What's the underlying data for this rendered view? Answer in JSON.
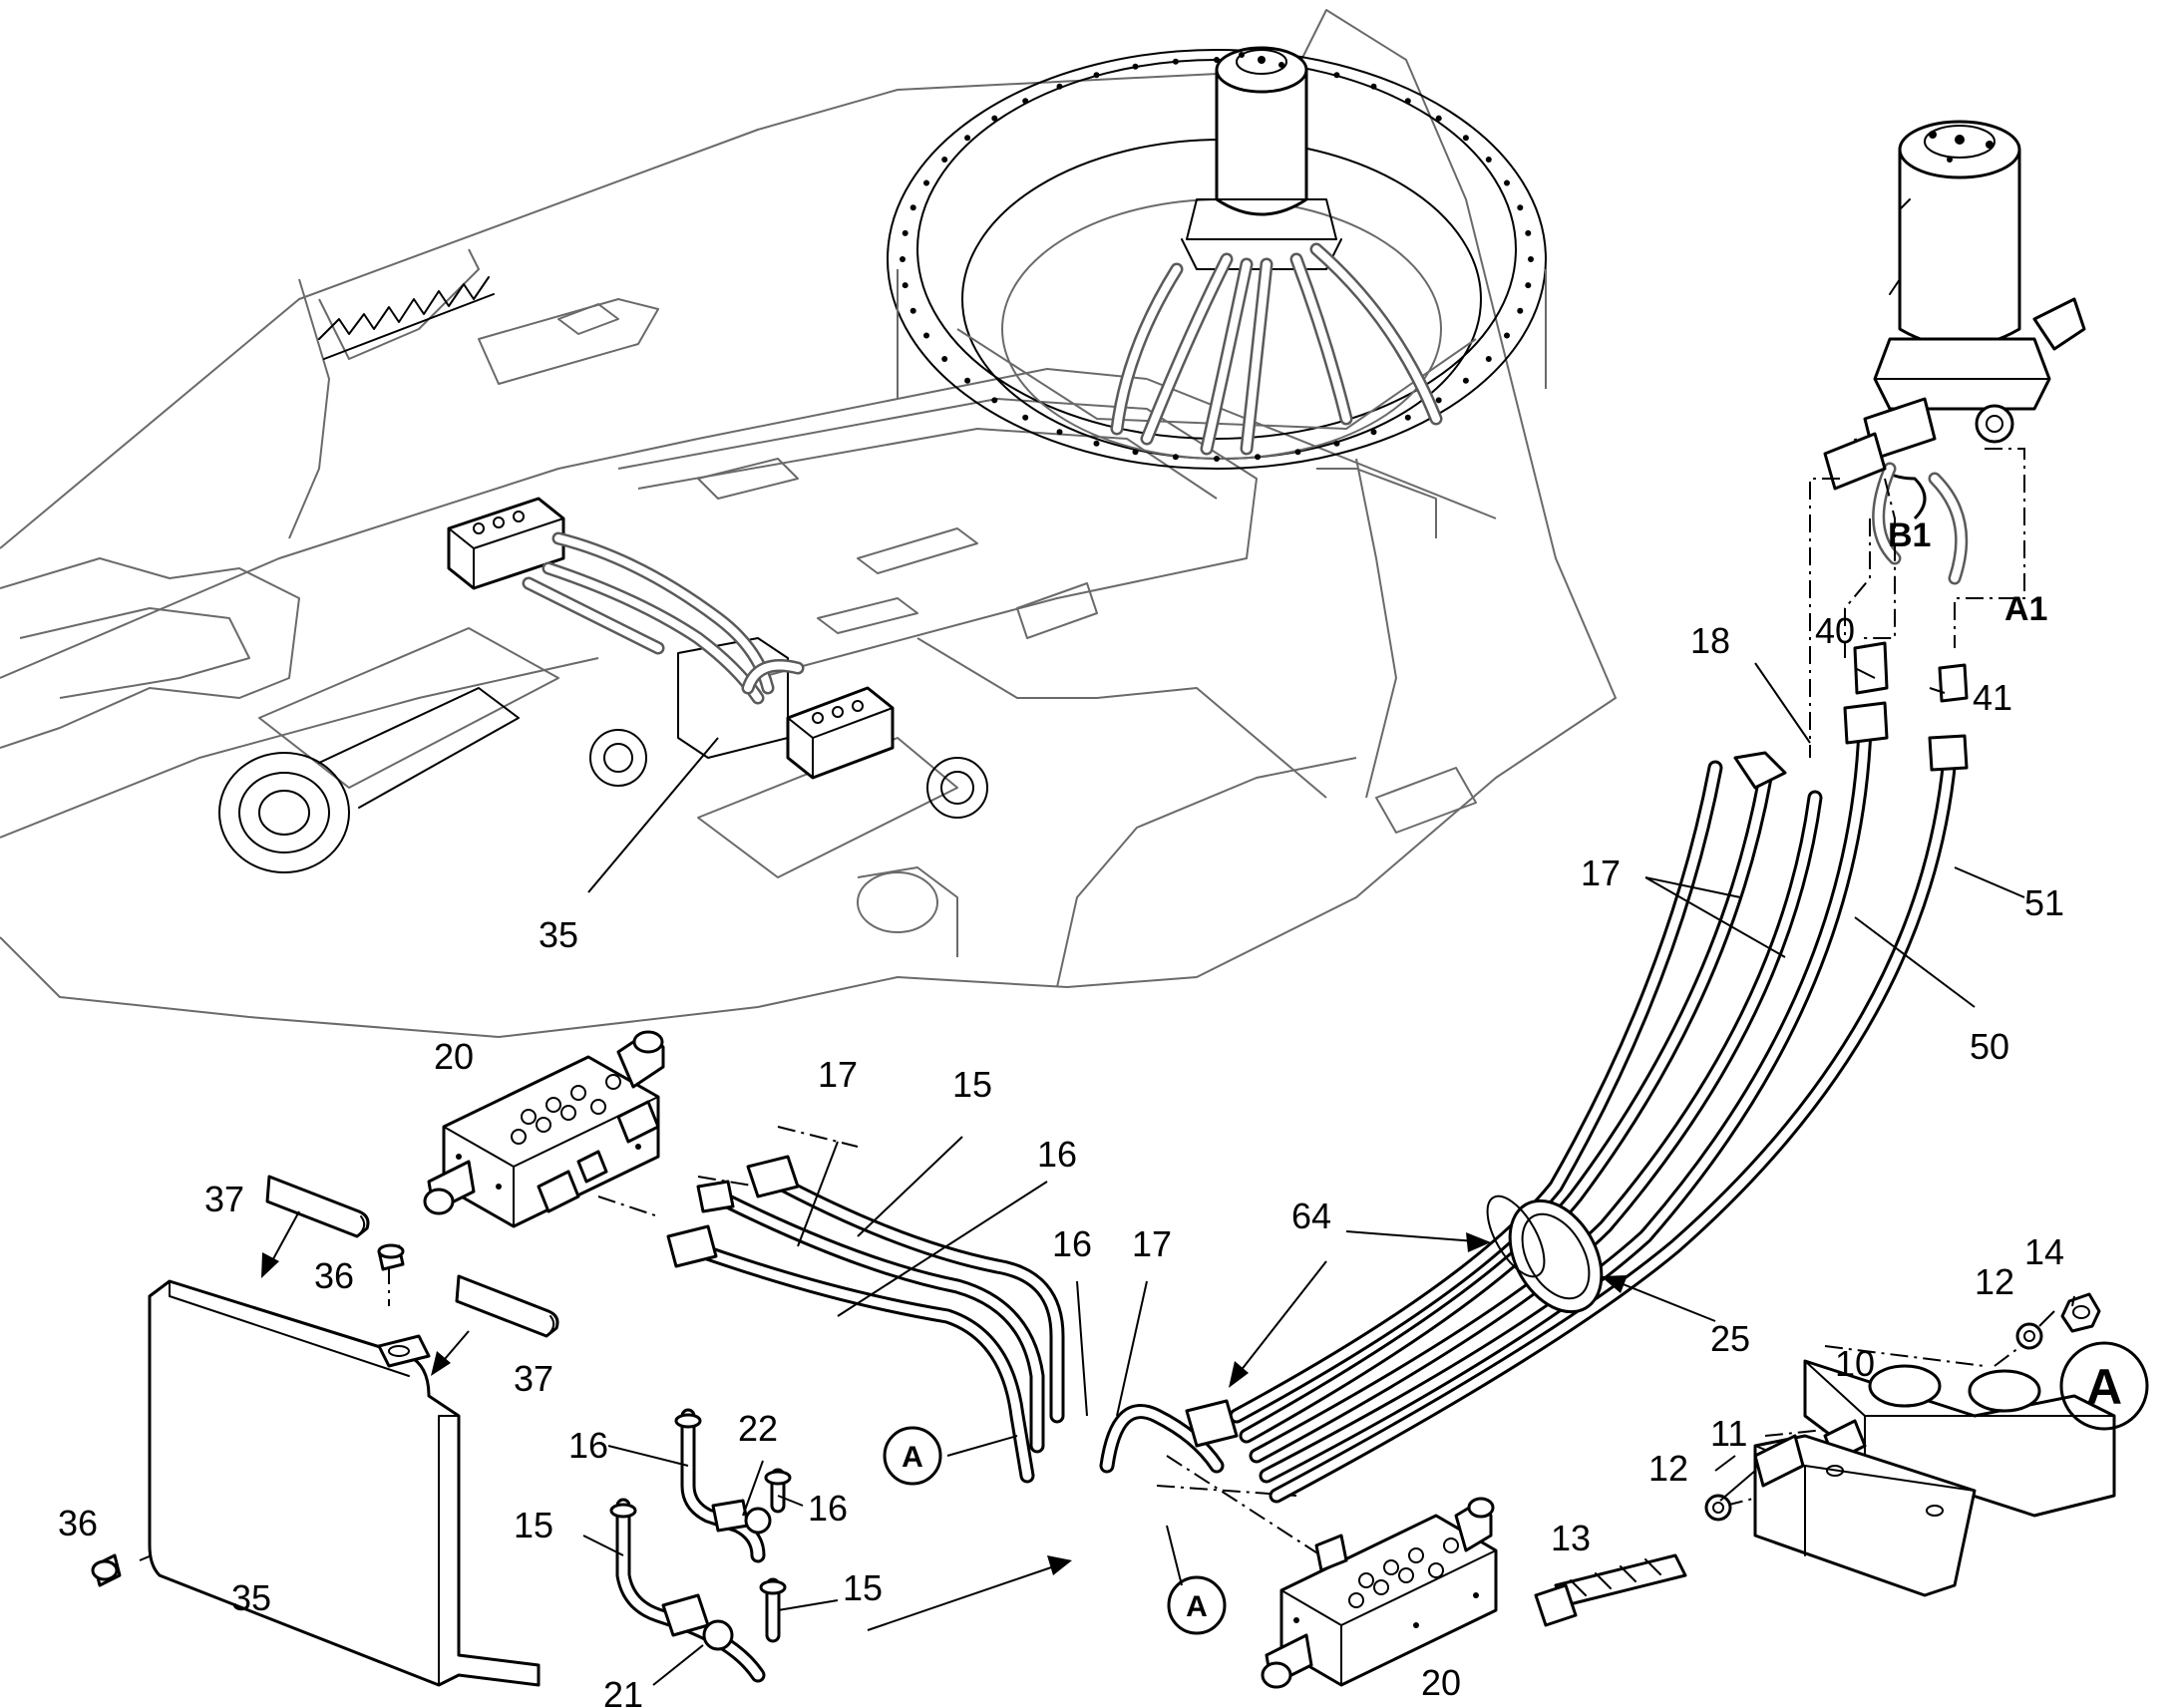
{
  "callouts": {
    "p35_top": "35",
    "p18": "18",
    "p40": "40",
    "p41": "41",
    "p17_right": "17",
    "p51": "51",
    "p50": "50",
    "p20_top": "20",
    "p17_mid": "17",
    "p15_mid": "15",
    "p16_mid": "16",
    "p16_center": "16",
    "p17_center": "17",
    "p64": "64",
    "p25": "25",
    "p37_top": "37",
    "p36_top": "36",
    "p37_bottom": "37",
    "p36_left": "36",
    "p35_bottom": "35",
    "p16_small_a": "16",
    "p22": "22",
    "p16_small_b": "16",
    "p15_small_a": "15",
    "p15_small_b": "15",
    "p21": "21",
    "p20_bottom": "20",
    "p14": "14",
    "p12_top": "12",
    "p10": "10",
    "p11": "11",
    "p12_bottom": "12",
    "p13": "13"
  },
  "port_labels": {
    "b1": "B1",
    "a1": "A1"
  },
  "detail_marker": {
    "big": "A",
    "small_left": "A",
    "small_bottom": "A"
  },
  "colors": {
    "line": "#000000",
    "background": "#ffffff",
    "background_lines": "#6a6a6a"
  }
}
